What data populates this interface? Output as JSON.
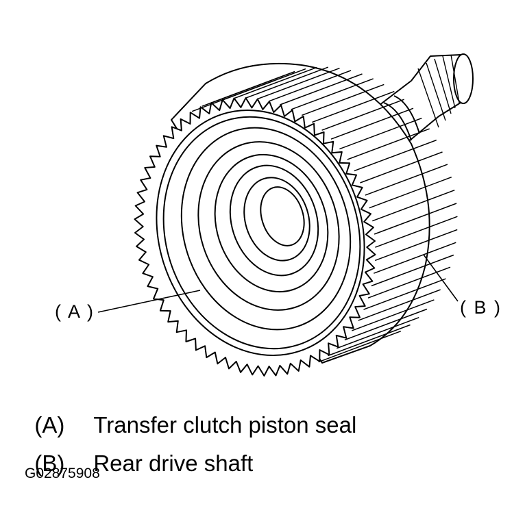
{
  "callouts": {
    "a": "( A )",
    "b": "( B )"
  },
  "legend": [
    {
      "code": "(A)",
      "text": "Transfer clutch piston seal"
    },
    {
      "code": "(B)",
      "text": "Rear drive shaft"
    }
  ],
  "figure_id": "G02875908",
  "colors": {
    "line": "#000000",
    "background": "#ffffff"
  }
}
